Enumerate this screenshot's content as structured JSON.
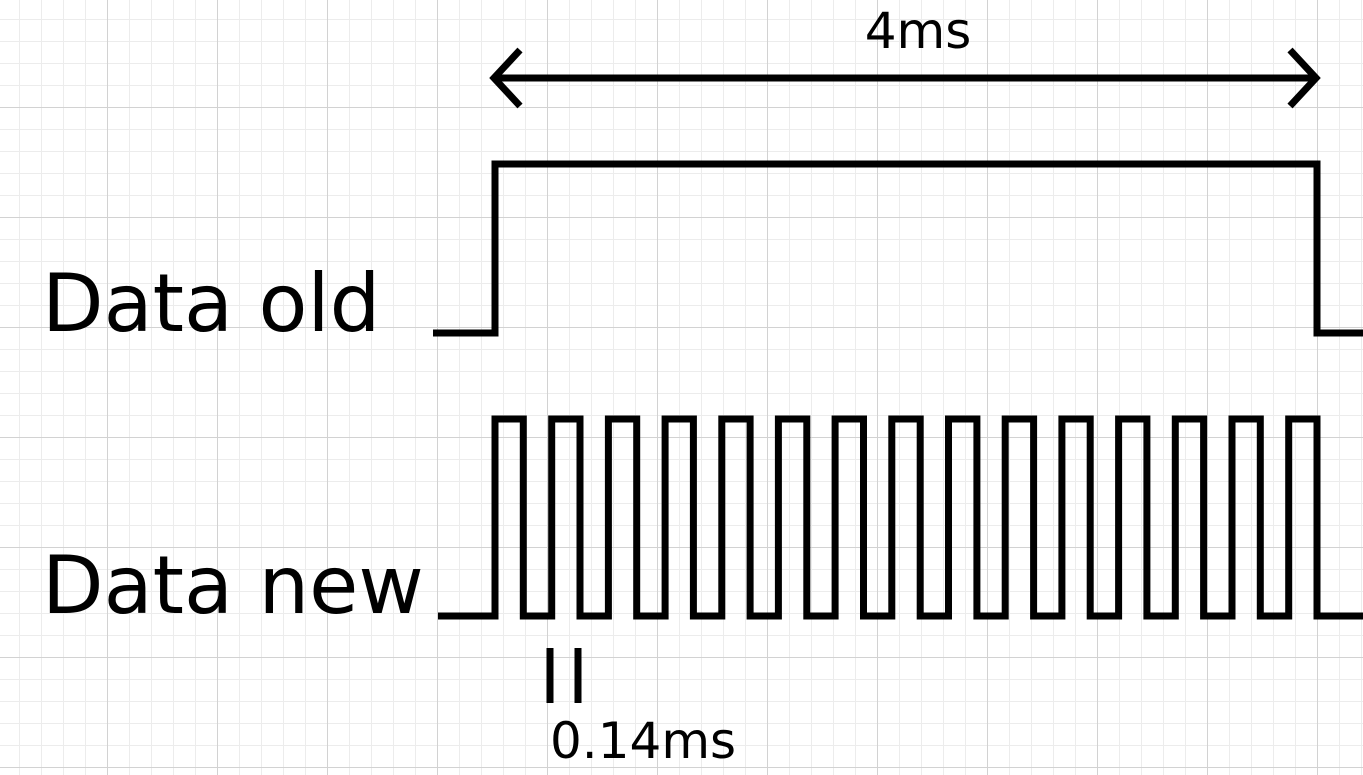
{
  "labels": {
    "duration": "4ms",
    "period": "0.14ms",
    "signal_old": "Data old",
    "signal_new": "Data new"
  },
  "signals": {
    "old": {
      "pulses": 1,
      "duration_ms": 4
    },
    "new": {
      "pulses": 15,
      "period_ms": 0.14
    }
  },
  "colors": {
    "ink": "#000000",
    "grid_major": "#d2d2d2",
    "grid_minor": "#ececec",
    "background": "#ffffff"
  }
}
